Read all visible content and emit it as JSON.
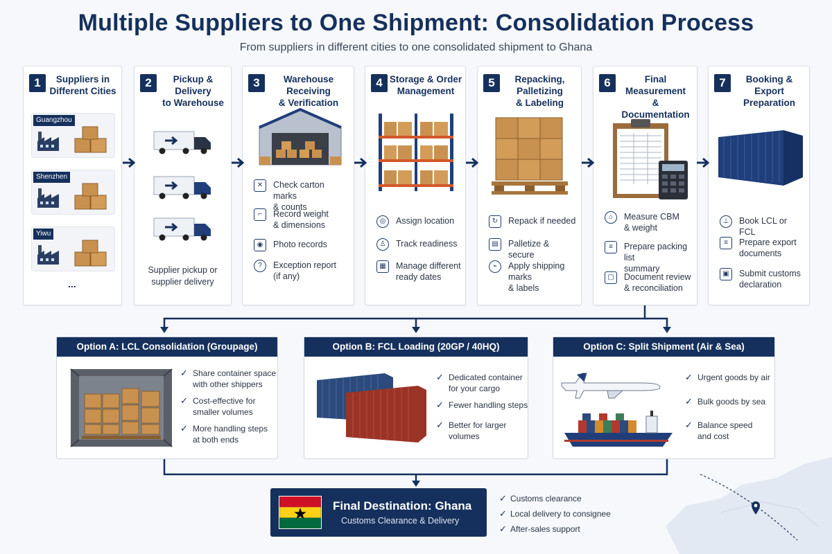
{
  "header": {
    "title": "Multiple Suppliers to One Shipment: Consolidation Process",
    "subtitle": "From suppliers in different cities to one consolidated shipment to Ghana"
  },
  "steps": [
    {
      "num": "1",
      "title": "Suppliers in\nDifferent Cities",
      "cities": [
        "Guangzhou",
        "Shenzhen",
        "Yiwu"
      ],
      "more": "..."
    },
    {
      "num": "2",
      "title": "Pickup & Delivery\nto Warehouse",
      "caption": "Supplier pickup or\nsupplier delivery"
    },
    {
      "num": "3",
      "title": "Warehouse Receiving\n& Verification",
      "items": [
        "Check carton marks\n& counts",
        "Record weight\n& dimensions",
        "Photo records",
        "Exception report\n(if any)"
      ]
    },
    {
      "num": "4",
      "title": "Storage & Order\nManagement",
      "items": [
        "Assign location",
        "Track readiness",
        "Manage different\nready dates"
      ]
    },
    {
      "num": "5",
      "title": "Repacking, Palletizing\n& Labeling",
      "items": [
        "Repack if needed",
        "Palletize & secure",
        "Apply shipping marks\n& labels"
      ]
    },
    {
      "num": "6",
      "title": "Final Measurement\n& Documentation",
      "items": [
        "Measure CBM\n& weight",
        "Prepare packing list\nsummary",
        "Document review\n& reconciliation"
      ]
    },
    {
      "num": "7",
      "title": "Booking & Export\nPreparation",
      "items": [
        "Book LCL or FCL",
        "Prepare export\ndocuments",
        "Submit customs\ndeclaration"
      ]
    }
  ],
  "options": [
    {
      "title": "Option A: LCL Consolidation (Groupage)",
      "points": [
        "Share container space\nwith other shippers",
        "Cost-effective for\nsmaller volumes",
        "More handling steps\nat both ends"
      ]
    },
    {
      "title": "Option B: FCL Loading (20GP / 40HQ)",
      "points": [
        "Dedicated container\nfor your cargo",
        "Fewer handling steps",
        "Better for larger\nvolumes"
      ]
    },
    {
      "title": "Option C: Split Shipment (Air & Sea)",
      "points": [
        "Urgent goods by air",
        "Bulk goods by sea",
        "Balance speed\nand cost"
      ]
    }
  ],
  "final": {
    "title": "Final Destination: Ghana",
    "subtitle": "Customs Clearance & Delivery",
    "points": [
      "Customs clearance",
      "Local delivery to consignee",
      "After-sales support"
    ]
  },
  "colors": {
    "navy": "#15305c",
    "box": "#c9914f",
    "container_blue": "#2c4a7c",
    "container_red": "#9a3426"
  },
  "icons": {
    "check": "✓",
    "flow_arrow": "arrow-right-icon"
  }
}
